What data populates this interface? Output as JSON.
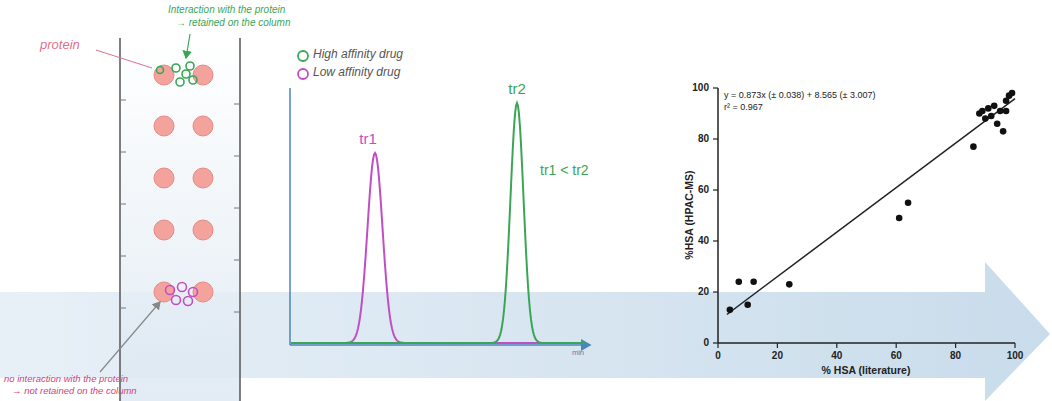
{
  "diagram": {
    "labels": [
      "Interaction with the protein",
      "→ retained on the column",
      "protein",
      "no interaction with the protein",
      "→ not retained on the column",
      "tr1",
      "tr2",
      "tr1 < tr2",
      "min",
      "y = 0.873x (± 0.038) + 8.565 (± 3.007)",
      "r² = 0.967",
      "%HSA (HPAC-MS)",
      "% HSA (literature)",
      "0",
      "20",
      "40",
      "60",
      "80",
      "100",
      "0",
      "20",
      "40",
      "60",
      "80",
      "100"
    ],
    "legend": [
      {
        "text": "High affinity drug"
      },
      {
        "text": "Low affinity drug"
      }
    ]
  }
}
